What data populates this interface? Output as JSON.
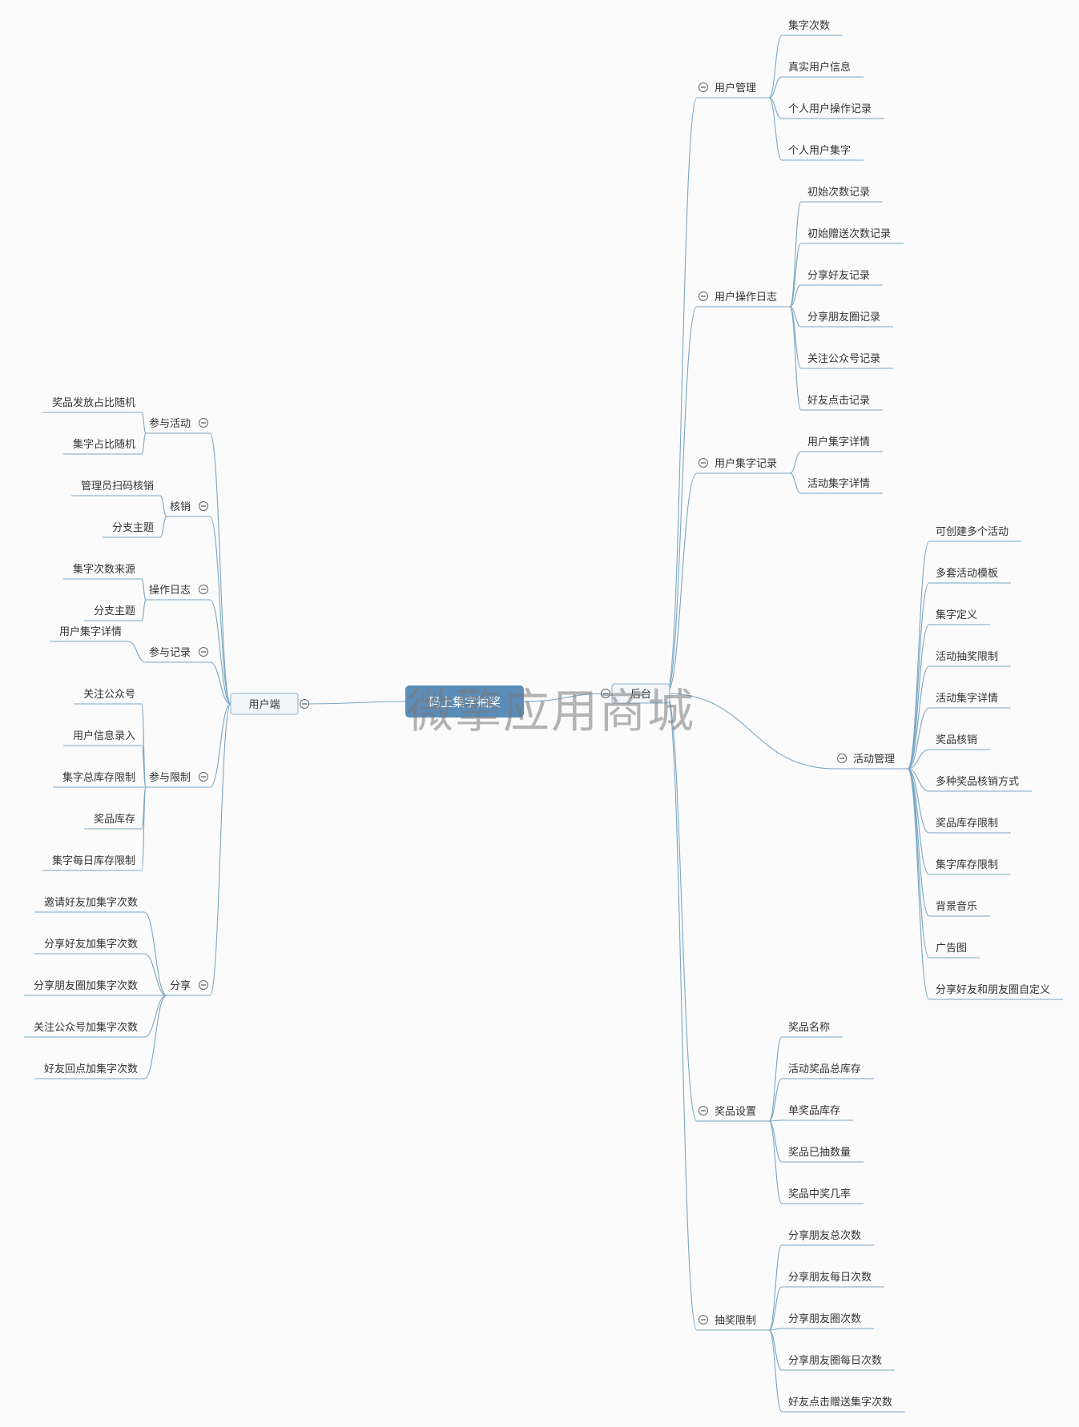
{
  "center": {
    "label": "码上集字抽奖",
    "color": "#5b8db8"
  },
  "watermark": "微擎应用商城",
  "colors": {
    "line": "#7aa6c2",
    "text": "#333333",
    "node_bg": "#f2f6f9",
    "node_border": "#8db0c9"
  },
  "left": {
    "label": "用户端",
    "branches": [
      {
        "label": "参与活动",
        "children": [
          "奖品发放占比随机",
          "集字占比随机"
        ]
      },
      {
        "label": "核销",
        "children": [
          "管理员扫码核销",
          "分支主题"
        ]
      },
      {
        "label": "操作日志",
        "children": [
          "集字次数来源",
          "分支主题"
        ]
      },
      {
        "label": "参与记录",
        "children": [
          "用户集字详情"
        ]
      },
      {
        "label": "参与限制",
        "children": [
          "关注公众号",
          "用户信息录入",
          "集字总库存限制",
          "奖品库存",
          "集字每日库存限制"
        ]
      },
      {
        "label": "分享",
        "children": [
          "邀请好友加集字次数",
          "分享好友加集字次数",
          "分享朋友圈加集字次数",
          "关注公众号加集字次数",
          "好友回点加集字次数"
        ]
      }
    ]
  },
  "right": {
    "label": "后台",
    "branches": [
      {
        "label": "用户管理",
        "children": [
          "集字次数",
          "真实用户信息",
          "个人用户操作记录",
          "个人用户集字"
        ]
      },
      {
        "label": "用户操作日志",
        "children": [
          "初始次数记录",
          "初始赠送次数记录",
          "分享好友记录",
          "分享朋友圈记录",
          "关注公众号记录",
          "好友点击记录"
        ]
      },
      {
        "label": "用户集字记录",
        "children": [
          "用户集字详情",
          "活动集字详情"
        ]
      },
      {
        "label": "活动管理",
        "children": [
          "可创建多个活动",
          "多套活动模板",
          "集字定义",
          "活动抽奖限制",
          "活动集字详情",
          "奖品核销",
          "多种奖品核销方式",
          "奖品库存限制",
          "集字库存限制",
          "背景音乐",
          "广告图",
          "分享好友和朋友圈自定义"
        ]
      },
      {
        "label": "奖品设置",
        "children": [
          "奖品名称",
          "活动奖品总库存",
          "单奖品库存",
          "奖品已抽数量",
          "奖品中奖几率"
        ]
      },
      {
        "label": "抽奖限制",
        "children": [
          "分享朋友总次数",
          "分享朋友每日次数",
          "分享朋友圈次数",
          "分享朋友圈每日次数",
          "好友点击赠送集字次数"
        ]
      }
    ]
  }
}
